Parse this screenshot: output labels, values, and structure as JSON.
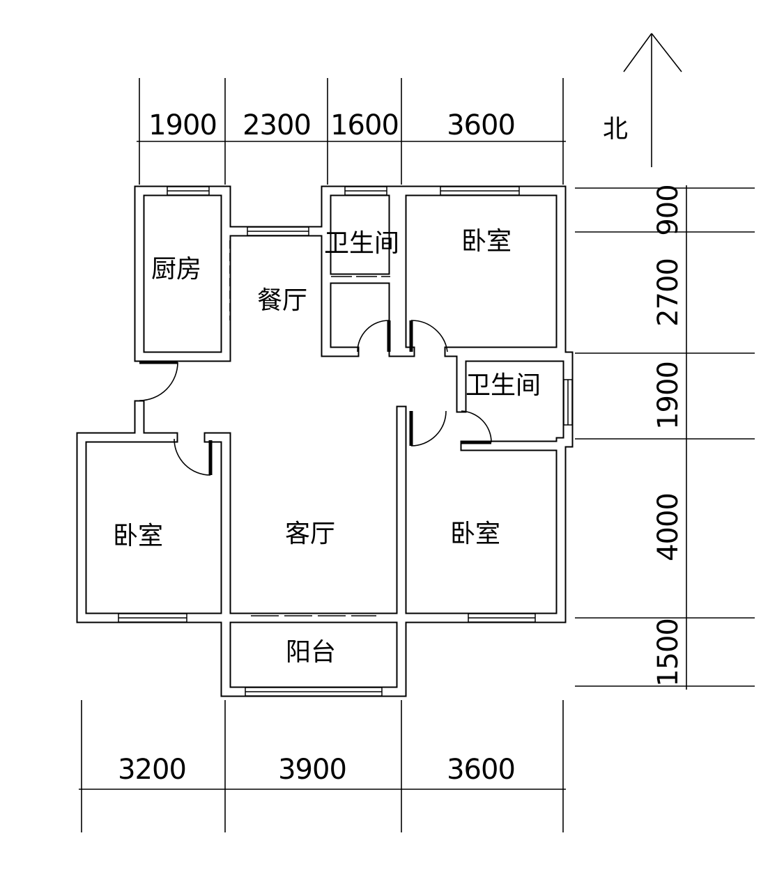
{
  "north_label": "北",
  "top_dimensions": [
    "1900",
    "2300",
    "1600",
    "3600"
  ],
  "right_dimensions": [
    "900",
    "2700",
    "1900",
    "4000",
    "1500"
  ],
  "bottom_dimensions": [
    "3200",
    "3900",
    "3600"
  ],
  "rooms": {
    "kitchen": "厨房",
    "dining": "餐厅",
    "bathroom_north": "卫生间",
    "bedroom_northeast": "卧室",
    "bathroom_east": "卫生间",
    "bedroom_west": "卧室",
    "living": "客厅",
    "bedroom_southeast": "卧室",
    "balcony": "阳台"
  }
}
